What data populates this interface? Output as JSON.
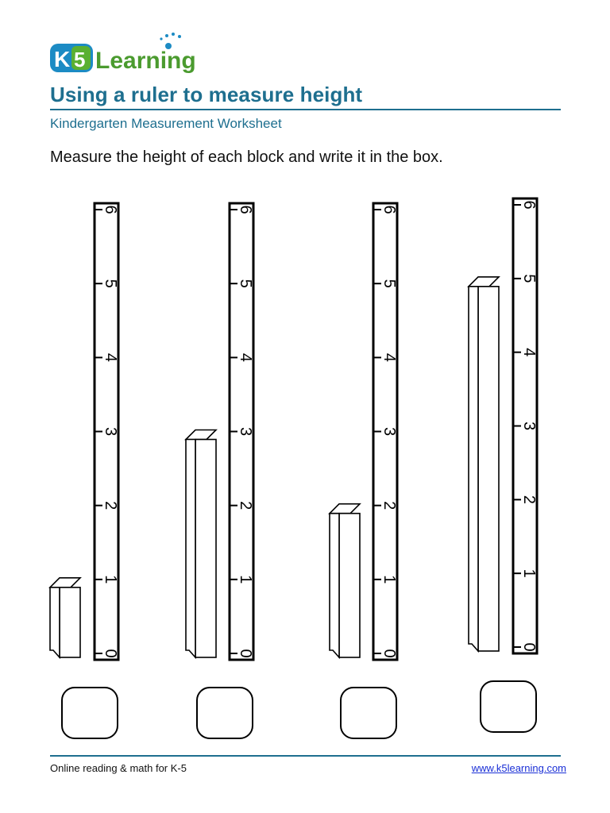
{
  "header": {
    "logo_text": "K5 Learning",
    "title": "Using a ruler to measure height",
    "subtitle": "Kindergarten Measurement Worksheet"
  },
  "instruction": "Measure the height of each block and write it in the box.",
  "exercises": [
    {
      "block_height": 1,
      "answer": ""
    },
    {
      "block_height": 3,
      "answer": ""
    },
    {
      "block_height": 2,
      "answer": ""
    },
    {
      "block_height": 5,
      "answer": ""
    }
  ],
  "ruler": {
    "tick_labels": [
      "0",
      "1",
      "2",
      "3",
      "4",
      "5",
      "6"
    ]
  },
  "footer": {
    "left": "Online reading & math for K-5",
    "right": "www.k5learning.com"
  },
  "colors": {
    "title": "#1e6f8f",
    "logo_blue": "#1c8bc4",
    "logo_green": "#4b9b2f",
    "link": "#1a2fd6"
  }
}
